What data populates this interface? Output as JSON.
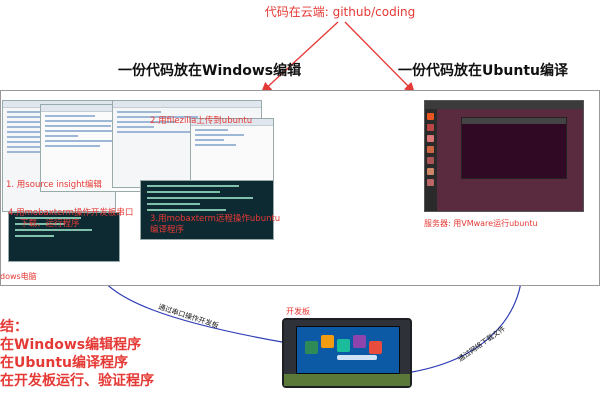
{
  "top_label": "代码在云端: github/coding",
  "windows_title": "一份代码放在Windows编辑",
  "ubuntu_title": "一份代码放在Ubuntu编译",
  "windows_annotations": {
    "source_insight": "1. 用source insight编辑",
    "filezilla": "2.用filezilla上传到ubuntu",
    "mobaxterm_remote_l1": "3.用mobaxterm远程操作ubuntu",
    "mobaxterm_remote_l2": "编译程序",
    "mobaxterm_board_l1": "4.用mobaxterm操作开发板串口",
    "mobaxterm_board_l2": "下载、运行程序"
  },
  "windows_caption": "dows电脑",
  "ubuntu_caption": "服务器: 用VMware运行ubuntu",
  "board_label": "开发板",
  "cable_left_label": "通过串口操作开发板",
  "cable_right_label": "通过网络下载文件",
  "summary": {
    "title": "结：",
    "line1": "在Windows编辑程序",
    "line2": "在Ubuntu编译程序",
    "line3": "在开发板运行、验证程序"
  },
  "colors": {
    "annotation_red": "#e53935",
    "ubuntu_orange": "#e95420",
    "ubuntu_bg": "#5a2b3e"
  }
}
